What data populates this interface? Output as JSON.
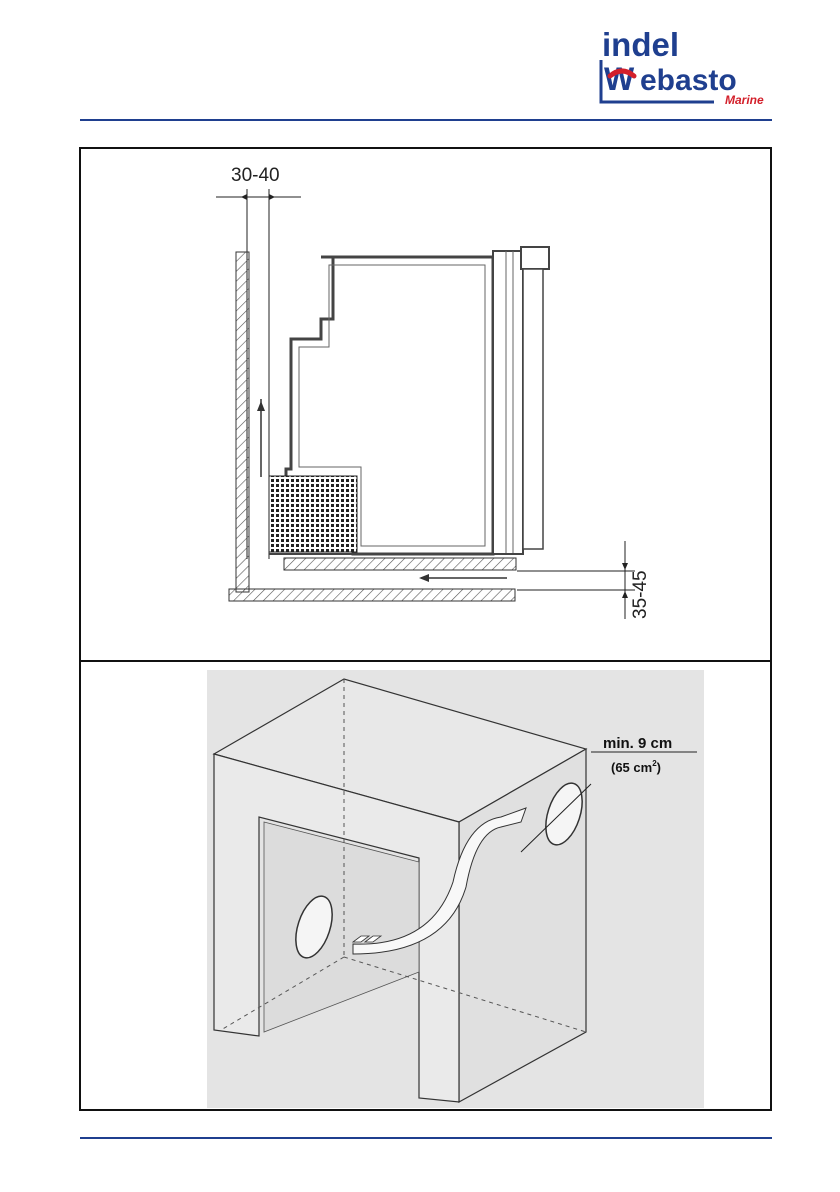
{
  "brand": {
    "line1": "indel",
    "line2_lead": "W",
    "line2_rest": "ebasto",
    "sub": "Marine",
    "colors": {
      "navy": "#1f3f8f",
      "red": "#d31f2a"
    }
  },
  "figure_top": {
    "dim_wall_gap": "30-40",
    "dim_floor_gap": "35-45"
  },
  "figure_bottom": {
    "vent_size": "min. 9 cm",
    "vent_area_prefix": "(65 cm",
    "vent_area_sup": "2",
    "vent_area_suffix": ")"
  },
  "colors": {
    "rule": "#1f3f8f",
    "frame": "#111111"
  }
}
